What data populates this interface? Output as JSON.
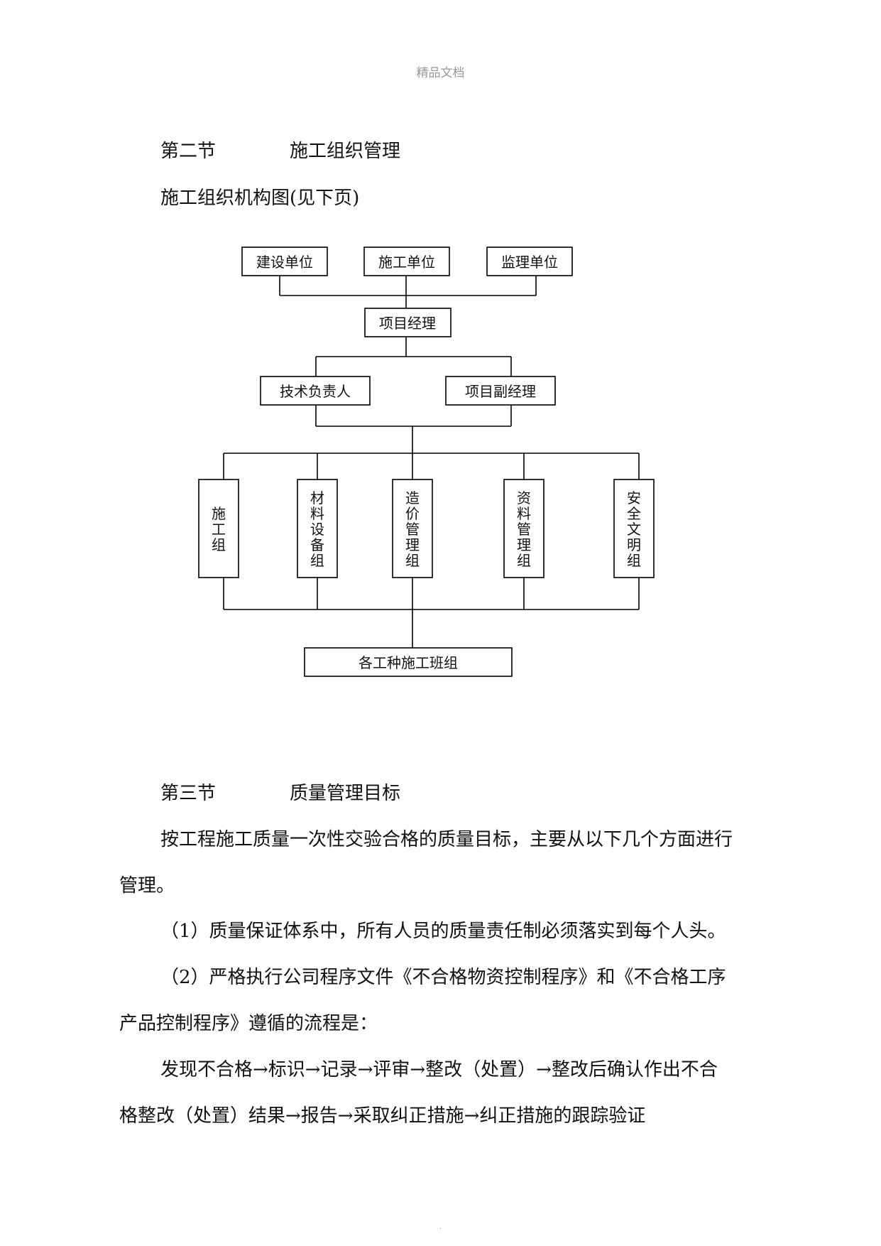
{
  "header": "精品文档",
  "section2": {
    "number": "第二节",
    "title": "施工组织管理",
    "subtitle": "施工组织机构图(见下页)"
  },
  "chart": {
    "top_boxes": [
      "建设单位",
      "施工单位",
      "监理单位"
    ],
    "manager": "项目经理",
    "deputies": [
      "技术负责人",
      "项目副经理"
    ],
    "groups": [
      "施工组",
      "材料设备组",
      "造价管理组",
      "资料管理组",
      "安全文明组"
    ],
    "bottom": "各工种施工班组"
  },
  "section3": {
    "number": "第三节",
    "title": "质量管理目标",
    "p1_line1": "按工程施工质量一次性交验合格的质量目标，主要从以下几个方面进行",
    "p1_line2": "管理。",
    "p2": "（1）质量保证体系中，所有人员的质量责任制必须落实到每个人头。",
    "p3_line1": "（2）严格执行公司程序文件《不合格物资控制程序》和《不合格工序",
    "p3_line2": "产品控制程序》遵循的流程是：",
    "p4_line1": "发现不合格→标识→记录→评审→整改（处置）→整改后确认作出不合",
    "p4_line2": "格整改（处置）结果→报告→采取纠正措施→纠正措施的跟踪验证"
  },
  "footer": "."
}
